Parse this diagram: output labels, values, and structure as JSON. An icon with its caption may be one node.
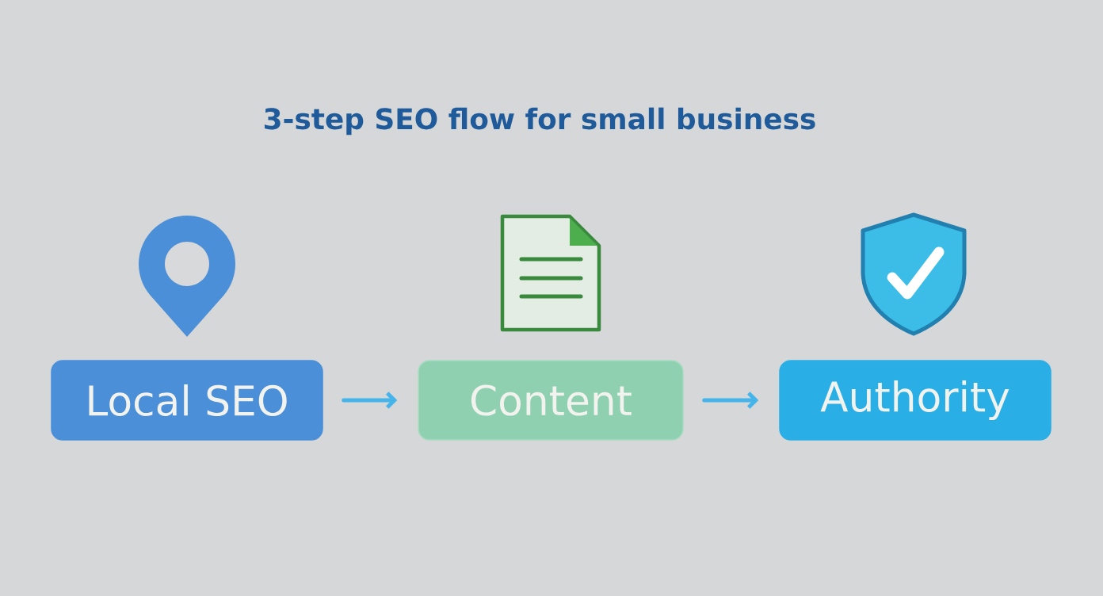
{
  "diagram": {
    "title": "3-step SEO flow for small business",
    "nodes": [
      {
        "text": [
          "Local SEO"
        ]
      },
      {
        "text": [
          "Content"
        ]
      },
      {
        "text": [
          "Authority"
        ]
      }
    ],
    "edges": [
      {
        "from": 0,
        "to": 1,
        "arrow": "to"
      },
      {
        "from": 1,
        "to": 2,
        "arrow": "to"
      }
    ]
  }
}
